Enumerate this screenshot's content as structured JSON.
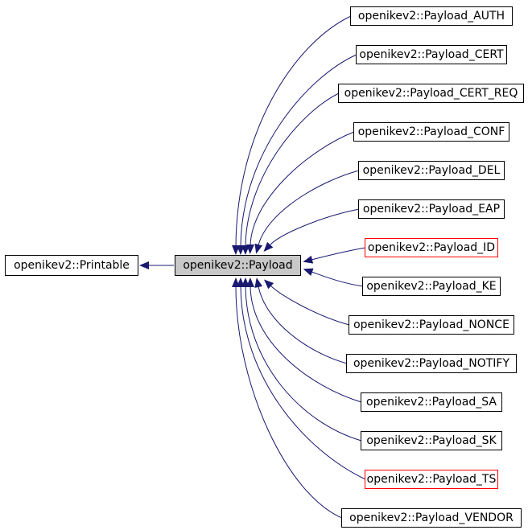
{
  "diagram": {
    "base_class": {
      "label": "openikev2::Printable"
    },
    "current_class": {
      "label": "openikev2::Payload"
    },
    "derived_classes": [
      {
        "label": "openikev2::Payload_AUTH",
        "highlighted": false
      },
      {
        "label": "openikev2::Payload_CERT",
        "highlighted": false
      },
      {
        "label": "openikev2::Payload_CERT_REQ",
        "highlighted": false
      },
      {
        "label": "openikev2::Payload_CONF",
        "highlighted": false
      },
      {
        "label": "openikev2::Payload_DEL",
        "highlighted": false
      },
      {
        "label": "openikev2::Payload_EAP",
        "highlighted": false
      },
      {
        "label": "openikev2::Payload_ID",
        "highlighted": true
      },
      {
        "label": "openikev2::Payload_KE",
        "highlighted": false
      },
      {
        "label": "openikev2::Payload_NONCE",
        "highlighted": false
      },
      {
        "label": "openikev2::Payload_NOTIFY",
        "highlighted": false
      },
      {
        "label": "openikev2::Payload_SA",
        "highlighted": false
      },
      {
        "label": "openikev2::Payload_SK",
        "highlighted": false
      },
      {
        "label": "openikev2::Payload_TS",
        "highlighted": true
      },
      {
        "label": "openikev2::Payload_VENDOR",
        "highlighted": false
      }
    ],
    "colors": {
      "edge_color": "#191970",
      "node_border_color": "#000000",
      "highlight_border_color": "#ff0000",
      "current_fill": "#c8c8c8",
      "background": "#ffffff"
    }
  }
}
